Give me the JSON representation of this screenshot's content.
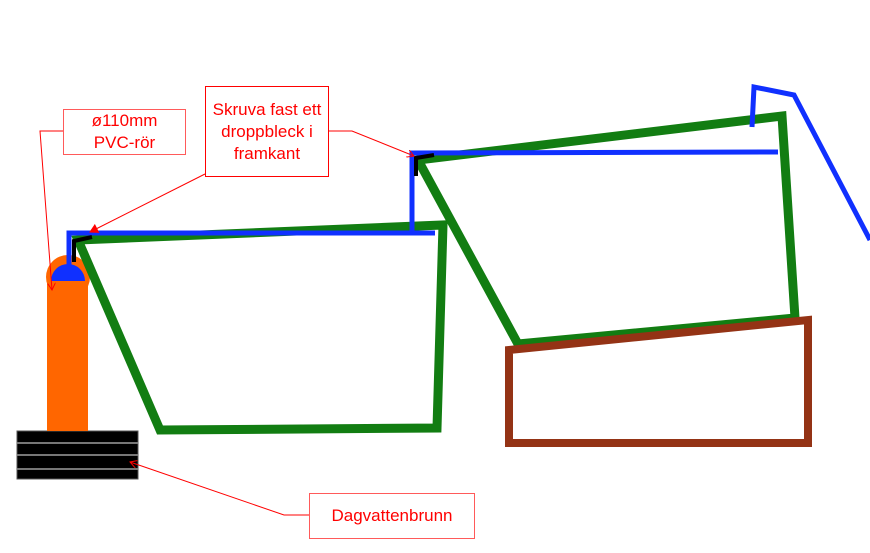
{
  "labels": {
    "pipe": "ø110mm PVC-rör",
    "flashing": "Skruva fast ett droppbleck i framkant",
    "drain": "Dagvattenbrunn"
  },
  "colors": {
    "frame": "#127d12",
    "gutter": "#1030ff",
    "pipe": "#ff6600",
    "base": "#943315",
    "annotation": "#ff0000"
  }
}
